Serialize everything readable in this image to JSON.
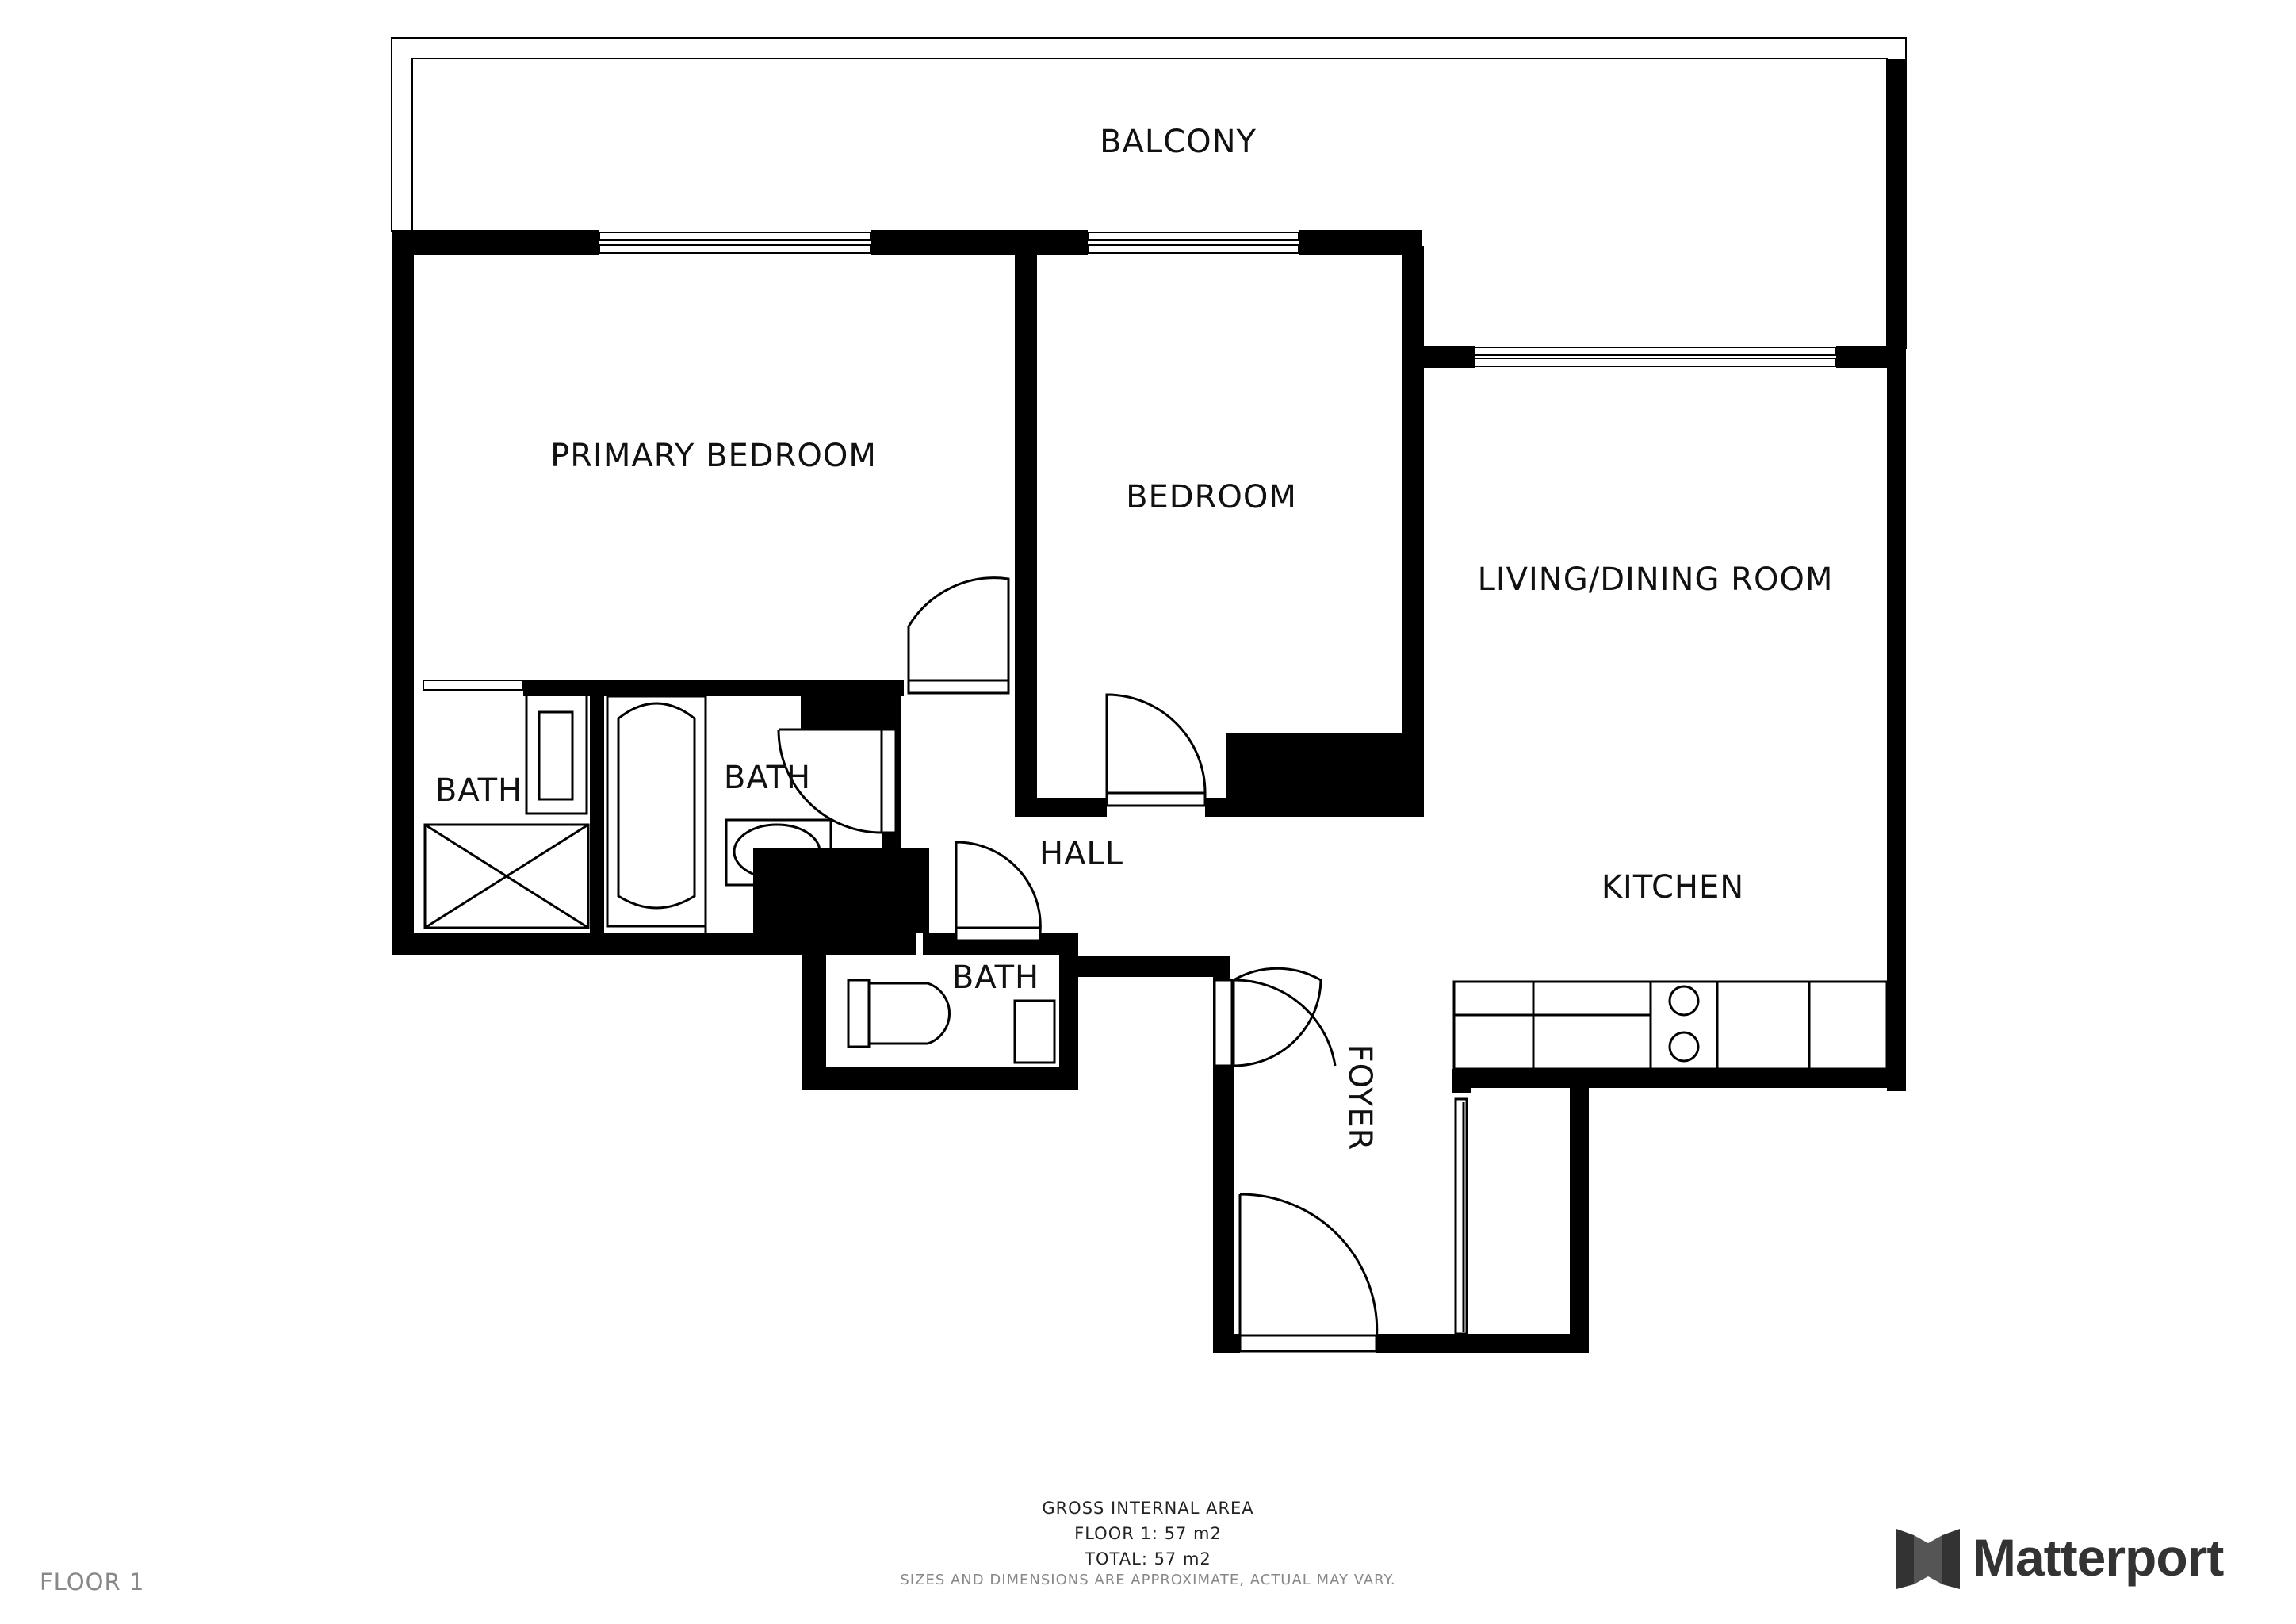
{
  "rooms": {
    "balcony": "BALCONY",
    "primary_bedroom": "PRIMARY BEDROOM",
    "bedroom": "BEDROOM",
    "living_dining": "LIVING/DINING ROOM",
    "bath_1": "BATH",
    "bath_2": "BATH",
    "bath_3": "BATH",
    "hall": "HALL",
    "kitchen": "KITCHEN",
    "foyer": "FOYER"
  },
  "footer": {
    "heading": "GROSS INTERNAL AREA",
    "floor_area": "FLOOR 1: 57 m2",
    "total_area": "TOTAL: 57 m2",
    "disclaimer": "SIZES AND DIMENSIONS ARE APPROXIMATE, ACTUAL MAY VARY."
  },
  "floor_label": "FLOOR 1",
  "brand": {
    "name": "Matterport",
    "logo_icon": "matterport-logo-icon",
    "color": "#333333"
  },
  "colors": {
    "wall": "#000000",
    "background": "#ffffff"
  }
}
